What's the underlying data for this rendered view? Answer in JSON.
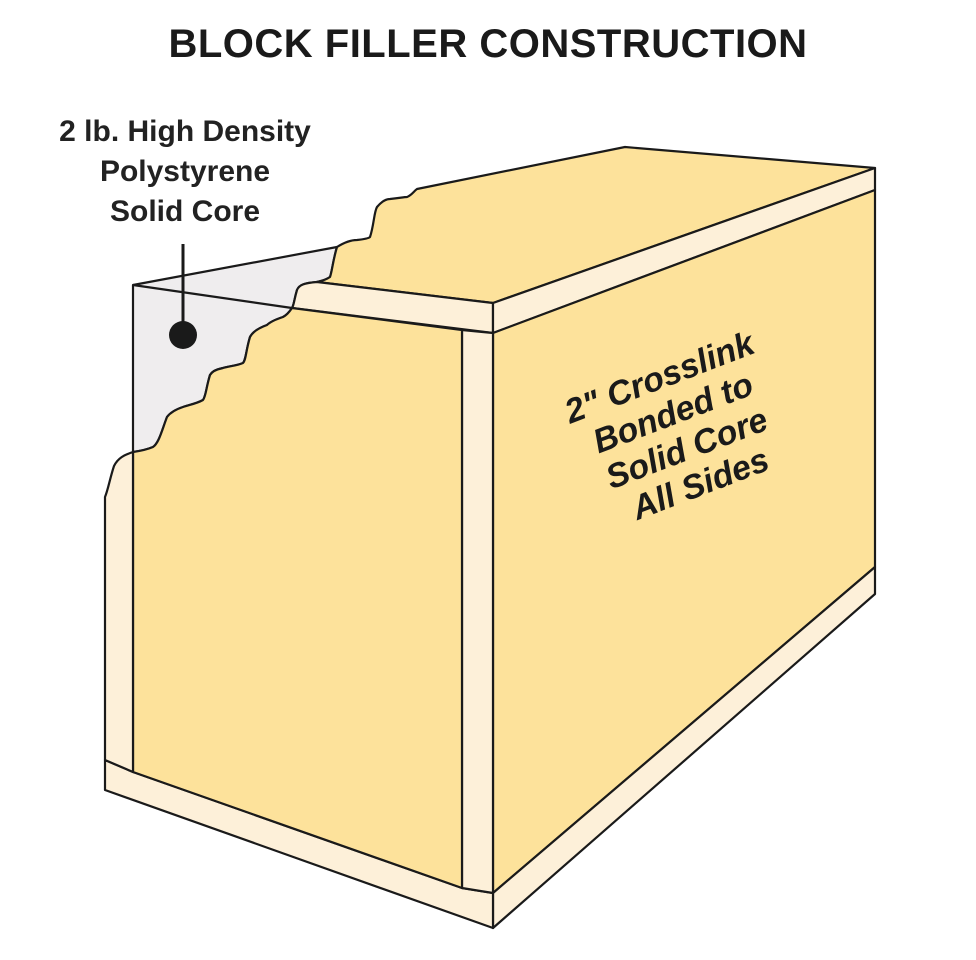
{
  "title": "BLOCK FILLER CONSTRUCTION",
  "core_label": [
    "2 lb. High Density",
    "Polystyrene",
    "Solid Core"
  ],
  "side_label": [
    "2\" Crosslink",
    "Bonded to",
    "Solid Core",
    "All Sides"
  ],
  "colors": {
    "foam": "#fde29b",
    "crosslink": "#fdf0d9",
    "core": "#efedee",
    "outline": "#1a1a1a"
  }
}
